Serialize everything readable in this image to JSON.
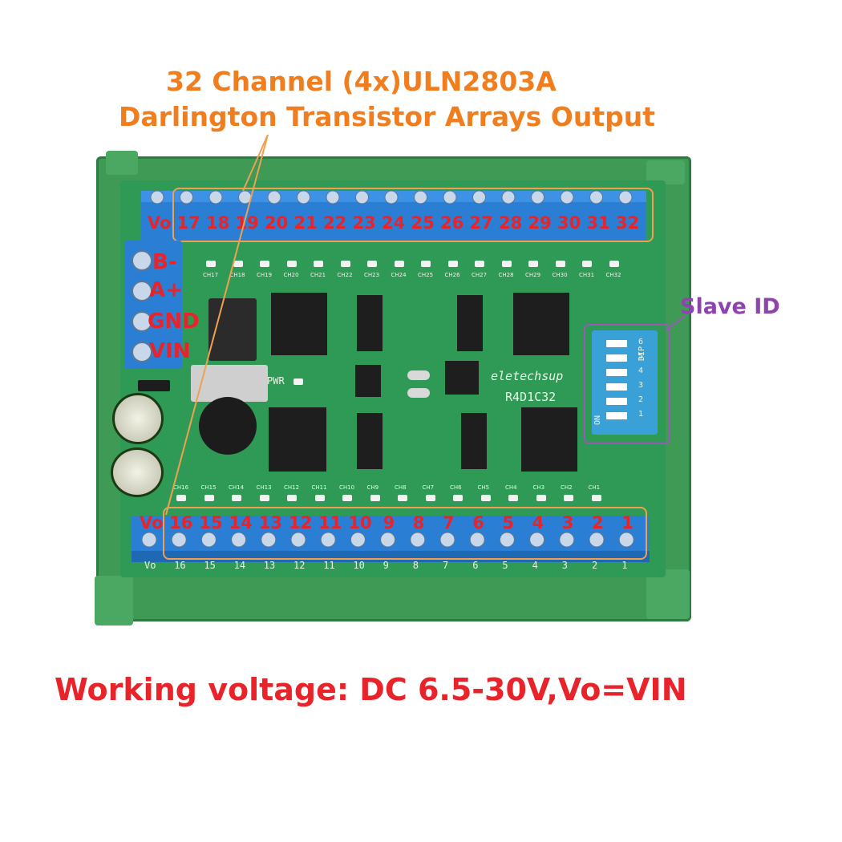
{
  "title": {
    "line1": "32 Channel (4x)ULN2803A",
    "line2": "Darlington Transistor Arrays Output"
  },
  "top_terminals": [
    "Vo",
    "17",
    "18",
    "19",
    "20",
    "21",
    "22",
    "23",
    "24",
    "25",
    "26",
    "27",
    "28",
    "29",
    "30",
    "31",
    "32"
  ],
  "bottom_terminals": [
    "Vo",
    "16",
    "15",
    "14",
    "13",
    "12",
    "11",
    "10",
    "9",
    "8",
    "7",
    "6",
    "5",
    "4",
    "3",
    "2",
    "1"
  ],
  "left_terminals": [
    "B-",
    "A+",
    "GND",
    "VIN"
  ],
  "board": {
    "brand": "eletechsup",
    "model": "R4D1C32",
    "pwr_label": "PWR",
    "top_channel_labels": [
      "CH17",
      "CH18",
      "CH19",
      "CH20",
      "CH21",
      "CH22",
      "CH23",
      "CH24",
      "CH25",
      "CH26",
      "CH27",
      "CH28",
      "CH29",
      "CH30",
      "CH31",
      "CH32"
    ],
    "bottom_channel_labels": [
      "CH16",
      "CH15",
      "CH14",
      "CH13",
      "CH12",
      "CH11",
      "CH10",
      "CH9",
      "CH8",
      "CH7",
      "CH6",
      "CH5",
      "CH4",
      "CH3",
      "CH2",
      "CH1"
    ],
    "bottom_silkscreen": [
      "Vo",
      "16",
      "15",
      "14",
      "13",
      "12",
      "11",
      "10",
      "9",
      "8",
      "7",
      "6",
      "5",
      "4",
      "3",
      "2",
      "1"
    ],
    "dip": {
      "header": "DIP",
      "on": "ON",
      "positions": [
        "1",
        "2",
        "3",
        "4",
        "5",
        "6"
      ]
    }
  },
  "slave_id_label": "Slave ID",
  "footer": "Working voltage: DC 6.5-30V,Vo=VIN",
  "colors": {
    "orange": "#f07d1e",
    "red": "#e8232a",
    "purple": "#8e44ad",
    "pcb_green": "#2f9a55",
    "rail_green": "#3f9a55",
    "terminal_blue": "#2a7ed4"
  }
}
